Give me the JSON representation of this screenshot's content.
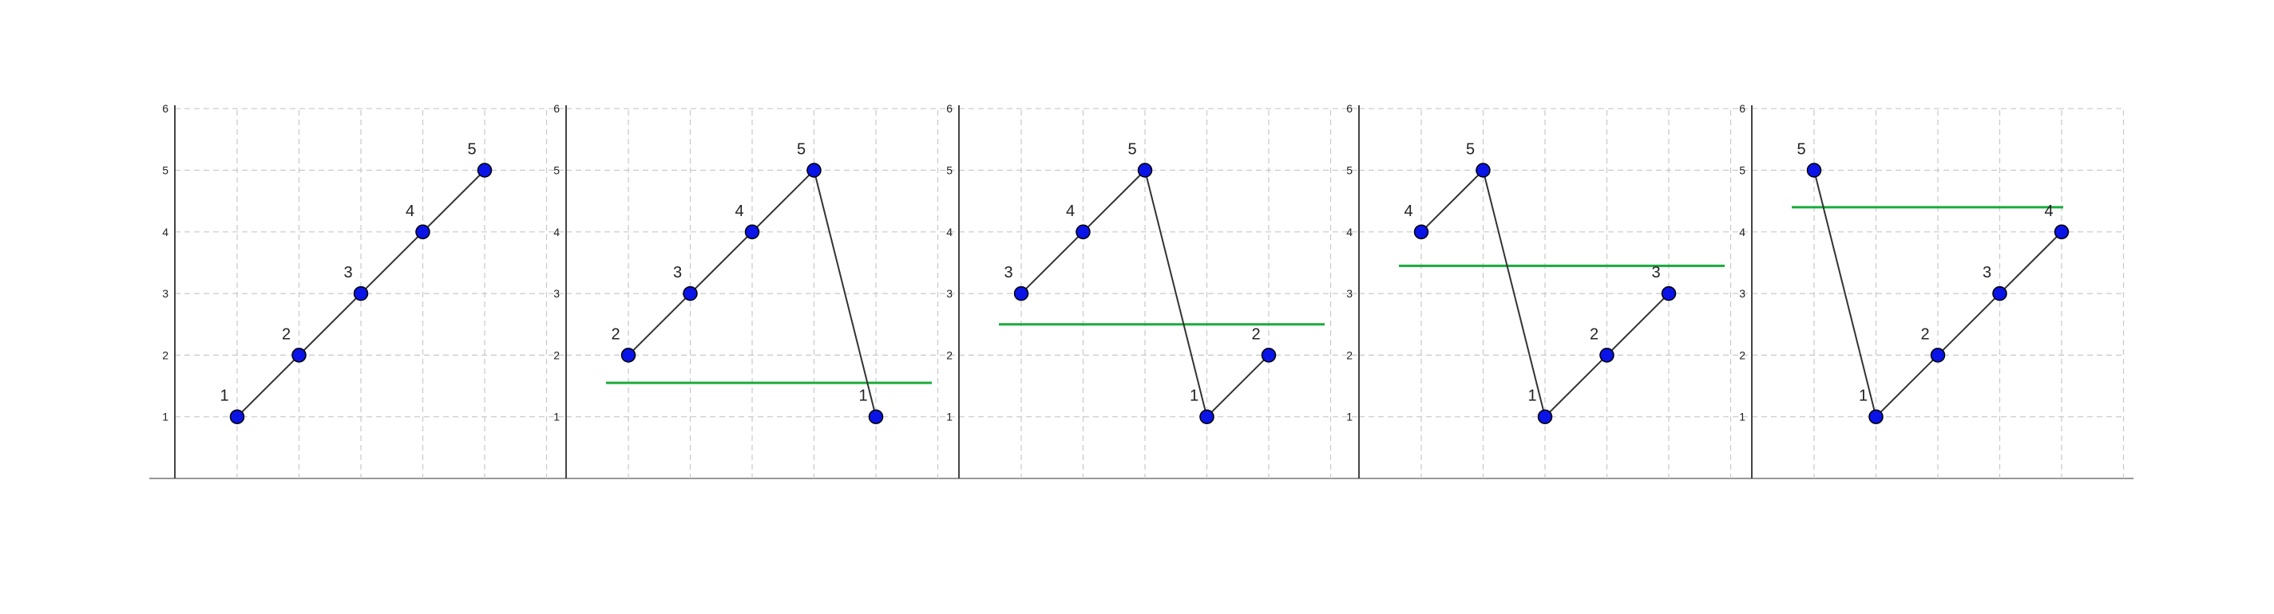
{
  "chart_data": [
    {
      "type": "line",
      "y_ticks": [
        "1",
        "2",
        "3",
        "4",
        "5",
        "6"
      ],
      "ylim": [
        0,
        6
      ],
      "grid": true,
      "points": [
        {
          "label": "1",
          "value": 1
        },
        {
          "label": "2",
          "value": 2
        },
        {
          "label": "3",
          "value": 3
        },
        {
          "label": "4",
          "value": 4
        },
        {
          "label": "5",
          "value": 5
        }
      ]
    },
    {
      "type": "line",
      "y_ticks": [
        "1",
        "2",
        "3",
        "4",
        "5",
        "6"
      ],
      "ylim": [
        0,
        6
      ],
      "grid": true,
      "points": [
        {
          "label": "2",
          "value": 2
        },
        {
          "label": "3",
          "value": 3
        },
        {
          "label": "4",
          "value": 4
        },
        {
          "label": "5",
          "value": 5
        },
        {
          "label": "1",
          "value": 1
        }
      ],
      "threshold": 1.55,
      "threshold_color": "#1aab3c"
    },
    {
      "type": "line",
      "y_ticks": [
        "1",
        "2",
        "3",
        "4",
        "5",
        "6"
      ],
      "ylim": [
        0,
        6
      ],
      "grid": true,
      "points": [
        {
          "label": "3",
          "value": 3
        },
        {
          "label": "4",
          "value": 4
        },
        {
          "label": "5",
          "value": 5
        },
        {
          "label": "1",
          "value": 1
        },
        {
          "label": "2",
          "value": 2
        }
      ],
      "threshold": 2.5,
      "threshold_color": "#1aab3c"
    },
    {
      "type": "line",
      "y_ticks": [
        "1",
        "2",
        "3",
        "4",
        "5",
        "6"
      ],
      "ylim": [
        0,
        6
      ],
      "grid": true,
      "points": [
        {
          "label": "4",
          "value": 4
        },
        {
          "label": "5",
          "value": 5
        },
        {
          "label": "1",
          "value": 1
        },
        {
          "label": "2",
          "value": 2
        },
        {
          "label": "3",
          "value": 3
        }
      ],
      "threshold": 3.45,
      "threshold_color": "#1aab3c"
    },
    {
      "type": "line",
      "y_ticks": [
        "1",
        "2",
        "3",
        "4",
        "5",
        "6"
      ],
      "ylim": [
        0,
        6
      ],
      "grid": true,
      "points": [
        {
          "label": "5",
          "value": 5
        },
        {
          "label": "1",
          "value": 1
        },
        {
          "label": "2",
          "value": 2
        },
        {
          "label": "3",
          "value": 3
        },
        {
          "label": "4",
          "value": 4
        }
      ],
      "threshold": 4.4,
      "threshold_color": "#1aab3c"
    }
  ],
  "colors": {
    "point_fill": "#0a14e6",
    "point_stroke": "#000000",
    "line": "#333333",
    "grid": "#c8c8c8",
    "axis": "#444444",
    "baseline": "#777777",
    "text": "#222222"
  }
}
